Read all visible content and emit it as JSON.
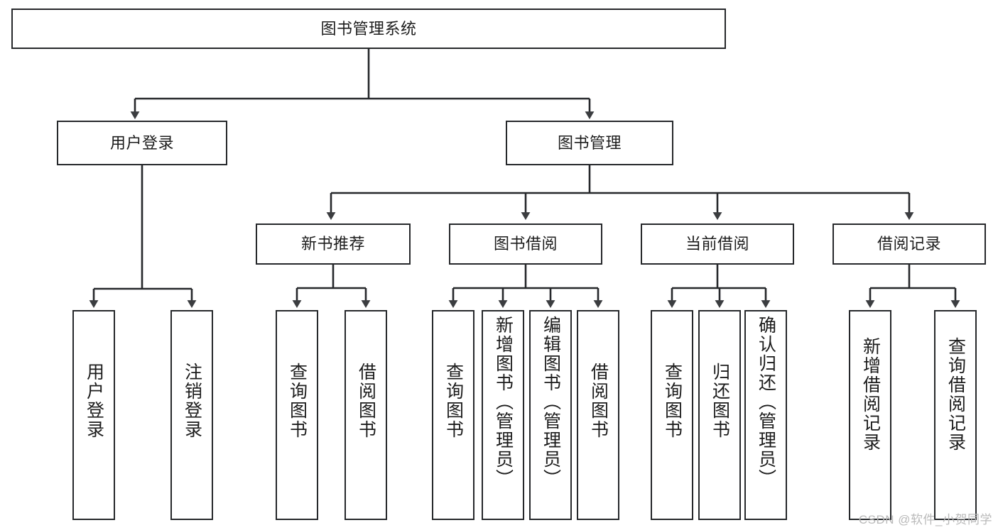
{
  "diagram": {
    "type": "tree-hierarchy-chart",
    "title": "图书管理系统",
    "orientation": "top-down",
    "colors": {
      "background": "#ffffff",
      "stroke": "#26282b",
      "text": "#1c1c1c",
      "watermark": "#b9b9b9"
    },
    "watermark": "CSDN @软件_小贺同学"
  },
  "nodes": {
    "root": {
      "label": "图书管理系统",
      "level": 1
    },
    "level2": [
      {
        "id": "user-login",
        "label": "用户登录",
        "level": 2
      },
      {
        "id": "book-management",
        "label": "图书管理",
        "level": 2
      }
    ],
    "level3": [
      {
        "id": "new-book-recommend",
        "label": "新书推荐",
        "level": 3,
        "parent": "book-management"
      },
      {
        "id": "book-borrow",
        "label": "图书借阅",
        "level": 3,
        "parent": "book-management"
      },
      {
        "id": "current-borrow",
        "label": "当前借阅",
        "level": 3,
        "parent": "book-management"
      },
      {
        "id": "borrow-record",
        "label": "借阅记录",
        "level": 3,
        "parent": "book-management"
      }
    ],
    "leaves": [
      {
        "id": "leaf-user-login",
        "label": "用户登录",
        "parent": "user-login"
      },
      {
        "id": "leaf-logout-login",
        "label": "注销登录",
        "parent": "user-login"
      },
      {
        "id": "leaf-query-book-1",
        "label": "查询图书",
        "parent": "new-book-recommend"
      },
      {
        "id": "leaf-borrow-book-1",
        "label": "借阅图书",
        "parent": "new-book-recommend"
      },
      {
        "id": "leaf-query-book-2",
        "label": "查询图书",
        "parent": "book-borrow"
      },
      {
        "id": "leaf-add-book",
        "label": "新增图书（管理员）",
        "parent": "book-borrow"
      },
      {
        "id": "leaf-edit-book",
        "label": "编辑图书（管理员）",
        "parent": "book-borrow"
      },
      {
        "id": "leaf-borrow-book-2",
        "label": "借阅图书",
        "parent": "book-borrow"
      },
      {
        "id": "leaf-query-book-3",
        "label": "查询图书",
        "parent": "current-borrow"
      },
      {
        "id": "leaf-return-book",
        "label": "归还图书",
        "parent": "current-borrow"
      },
      {
        "id": "leaf-confirm-return",
        "label": "确认归还（管理员）",
        "parent": "current-borrow"
      },
      {
        "id": "leaf-add-record",
        "label": "新增借阅记录",
        "parent": "borrow-record"
      },
      {
        "id": "leaf-query-record",
        "label": "查询借阅记录",
        "parent": "borrow-record"
      }
    ]
  }
}
